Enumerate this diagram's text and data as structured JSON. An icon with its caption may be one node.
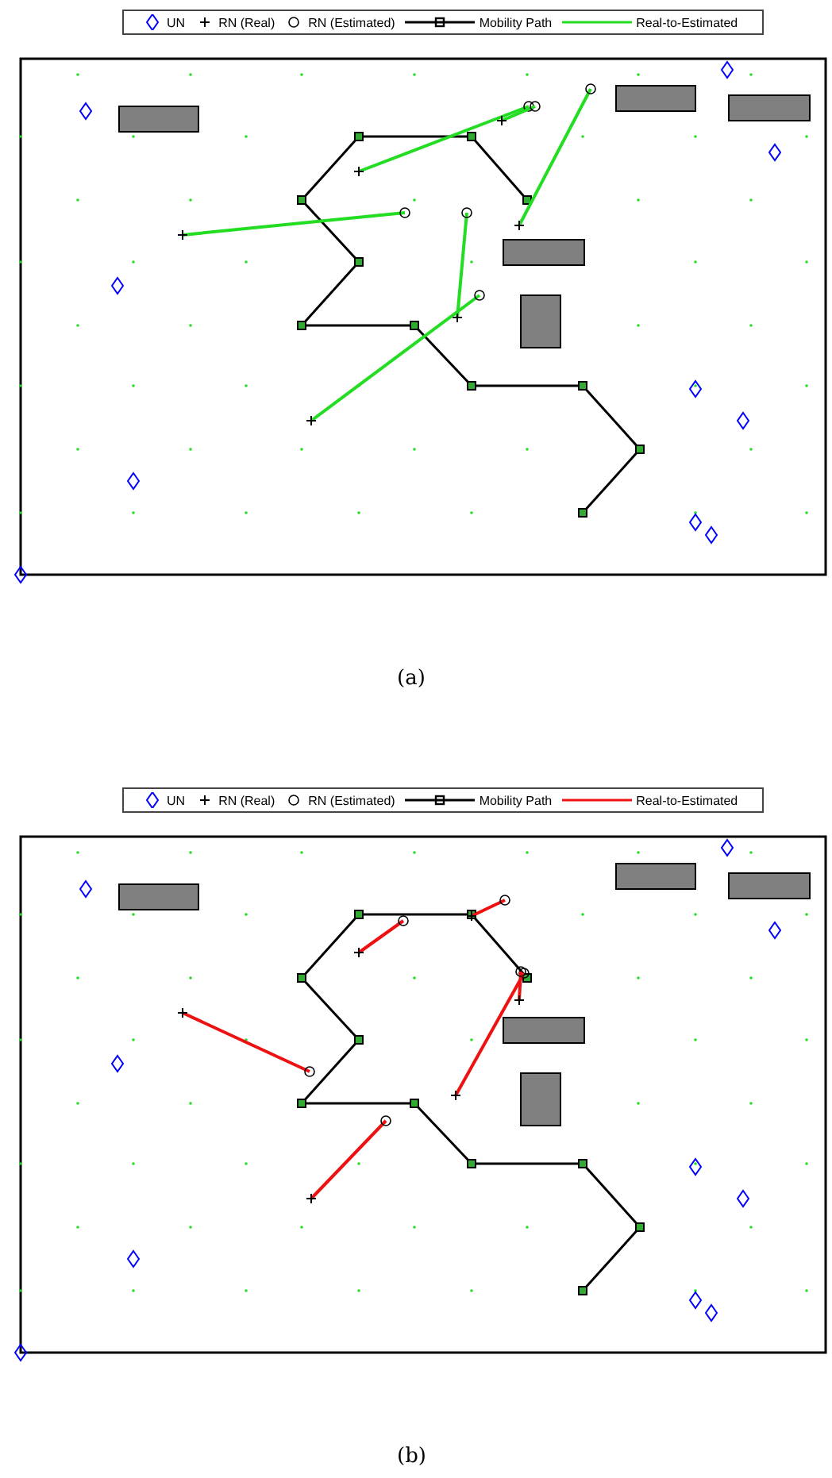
{
  "diagram": {
    "labels": [
      "(a)",
      "(b)"
    ],
    "legend": [
      {
        "text": "UN"
      },
      {
        "text": "RN (Real)"
      },
      {
        "text": "RN (Estimated)"
      },
      {
        "text": "Mobility Path"
      },
      {
        "text": "Real-to-Estimated"
      },
      {
        "text": "UN"
      },
      {
        "text": "RN (Real)"
      },
      {
        "text": "RN (Estimated)"
      },
      {
        "text": "Mobility Path"
      },
      {
        "text": "Real-to-Estimated"
      }
    ]
  }
}
